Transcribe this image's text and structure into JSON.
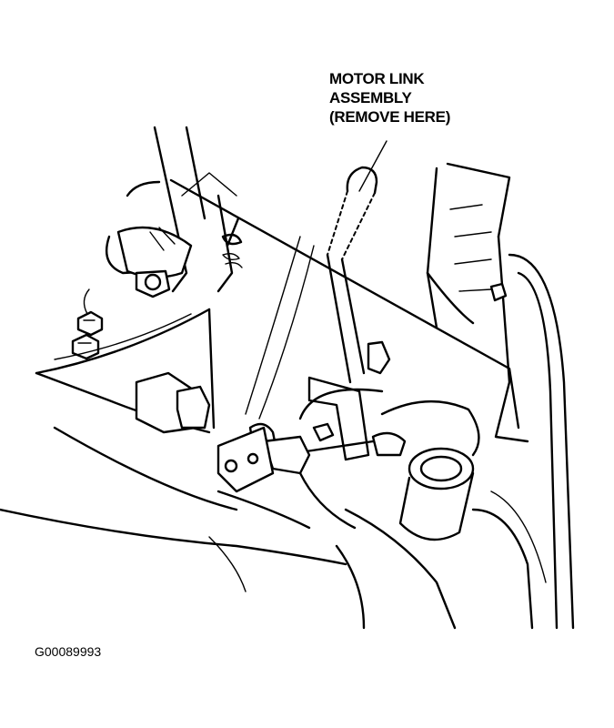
{
  "callout": {
    "lines": [
      "MOTOR LINK",
      "ASSEMBLY",
      "(REMOVE HERE)"
    ]
  },
  "figure_id": "G00089993"
}
